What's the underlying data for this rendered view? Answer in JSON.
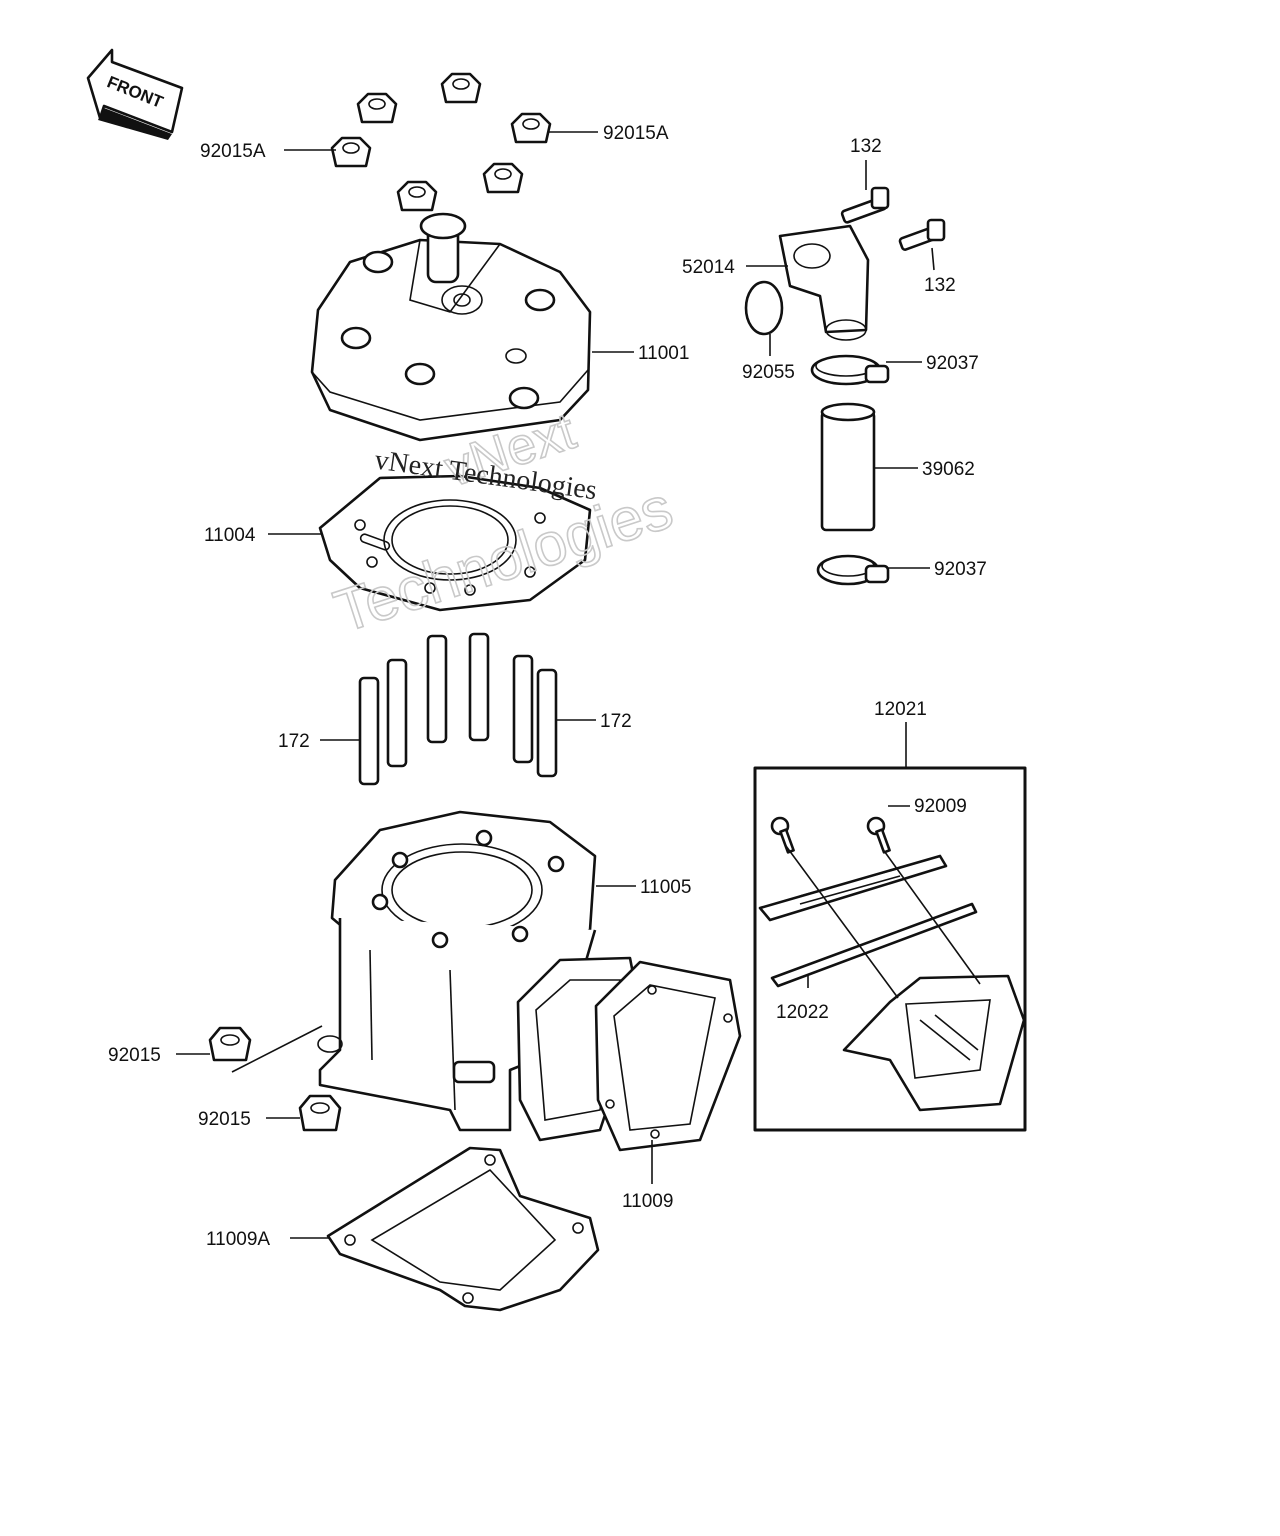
{
  "front_arrow": {
    "label": "FRONT"
  },
  "watermark": {
    "brand": "vNext",
    "company": "Technologies",
    "line": "vNext Technologies"
  },
  "callouts": {
    "nut_head_left": "92015A",
    "nut_head_right": "92015A",
    "bolt_top": "132",
    "bolt_right": "132",
    "outlet_elbow": "52014",
    "cylinder_head": "11001",
    "o_ring": "92055",
    "clamp_upper": "92037",
    "hose": "39062",
    "head_gasket": "11004",
    "clamp_lower": "92037",
    "reed_valve_assy": "12021",
    "stud_left": "172",
    "stud_right": "172",
    "reed_screw": "92009",
    "cylinder": "11005",
    "reed_stopper": "12022",
    "nut_base_upper": "92015",
    "nut_base_lower": "92015",
    "intake_gasket": "11009",
    "base_gasket": "11009A"
  }
}
